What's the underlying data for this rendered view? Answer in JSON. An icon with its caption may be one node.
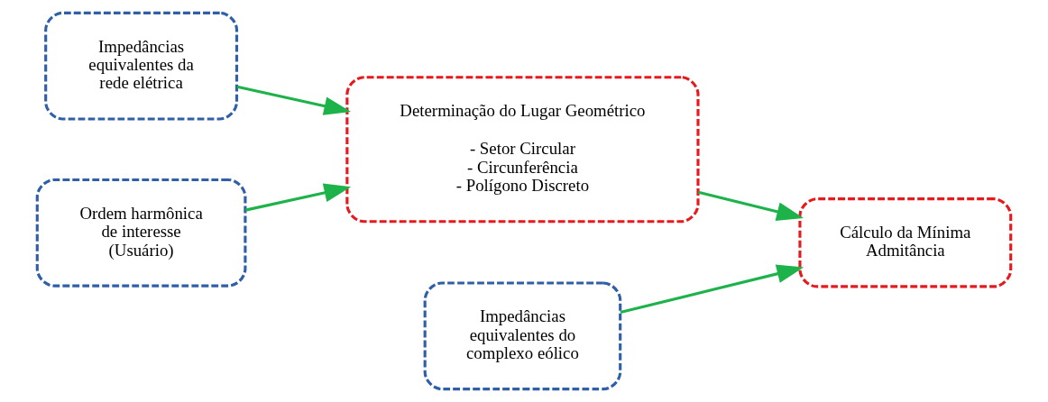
{
  "diagram": {
    "nodes": [
      {
        "text": [
          "Impedâncias equivalentes da rede elétrica"
        ]
      },
      {
        "text": [
          "Determinação do Lugar Geométrico",
          "- Setor Circular",
          "- Circunferência",
          "- Polígono Discreto"
        ]
      },
      {
        "text": [
          "Cálculo da Mínima Admitância"
        ]
      },
      {
        "text": [
          "Ordem harmônica de interesse (Usuário)"
        ]
      },
      {
        "text": [
          "Impedâncias equivalentes do complexo eólico"
        ]
      }
    ],
    "edges": [
      {
        "from": 0,
        "to": 1,
        "arrow": "to"
      },
      {
        "from": 3,
        "to": 1,
        "arrow": "to"
      },
      {
        "from": 1,
        "to": 2,
        "arrow": "to"
      },
      {
        "from": 4,
        "to": 2,
        "arrow": "to"
      }
    ]
  }
}
